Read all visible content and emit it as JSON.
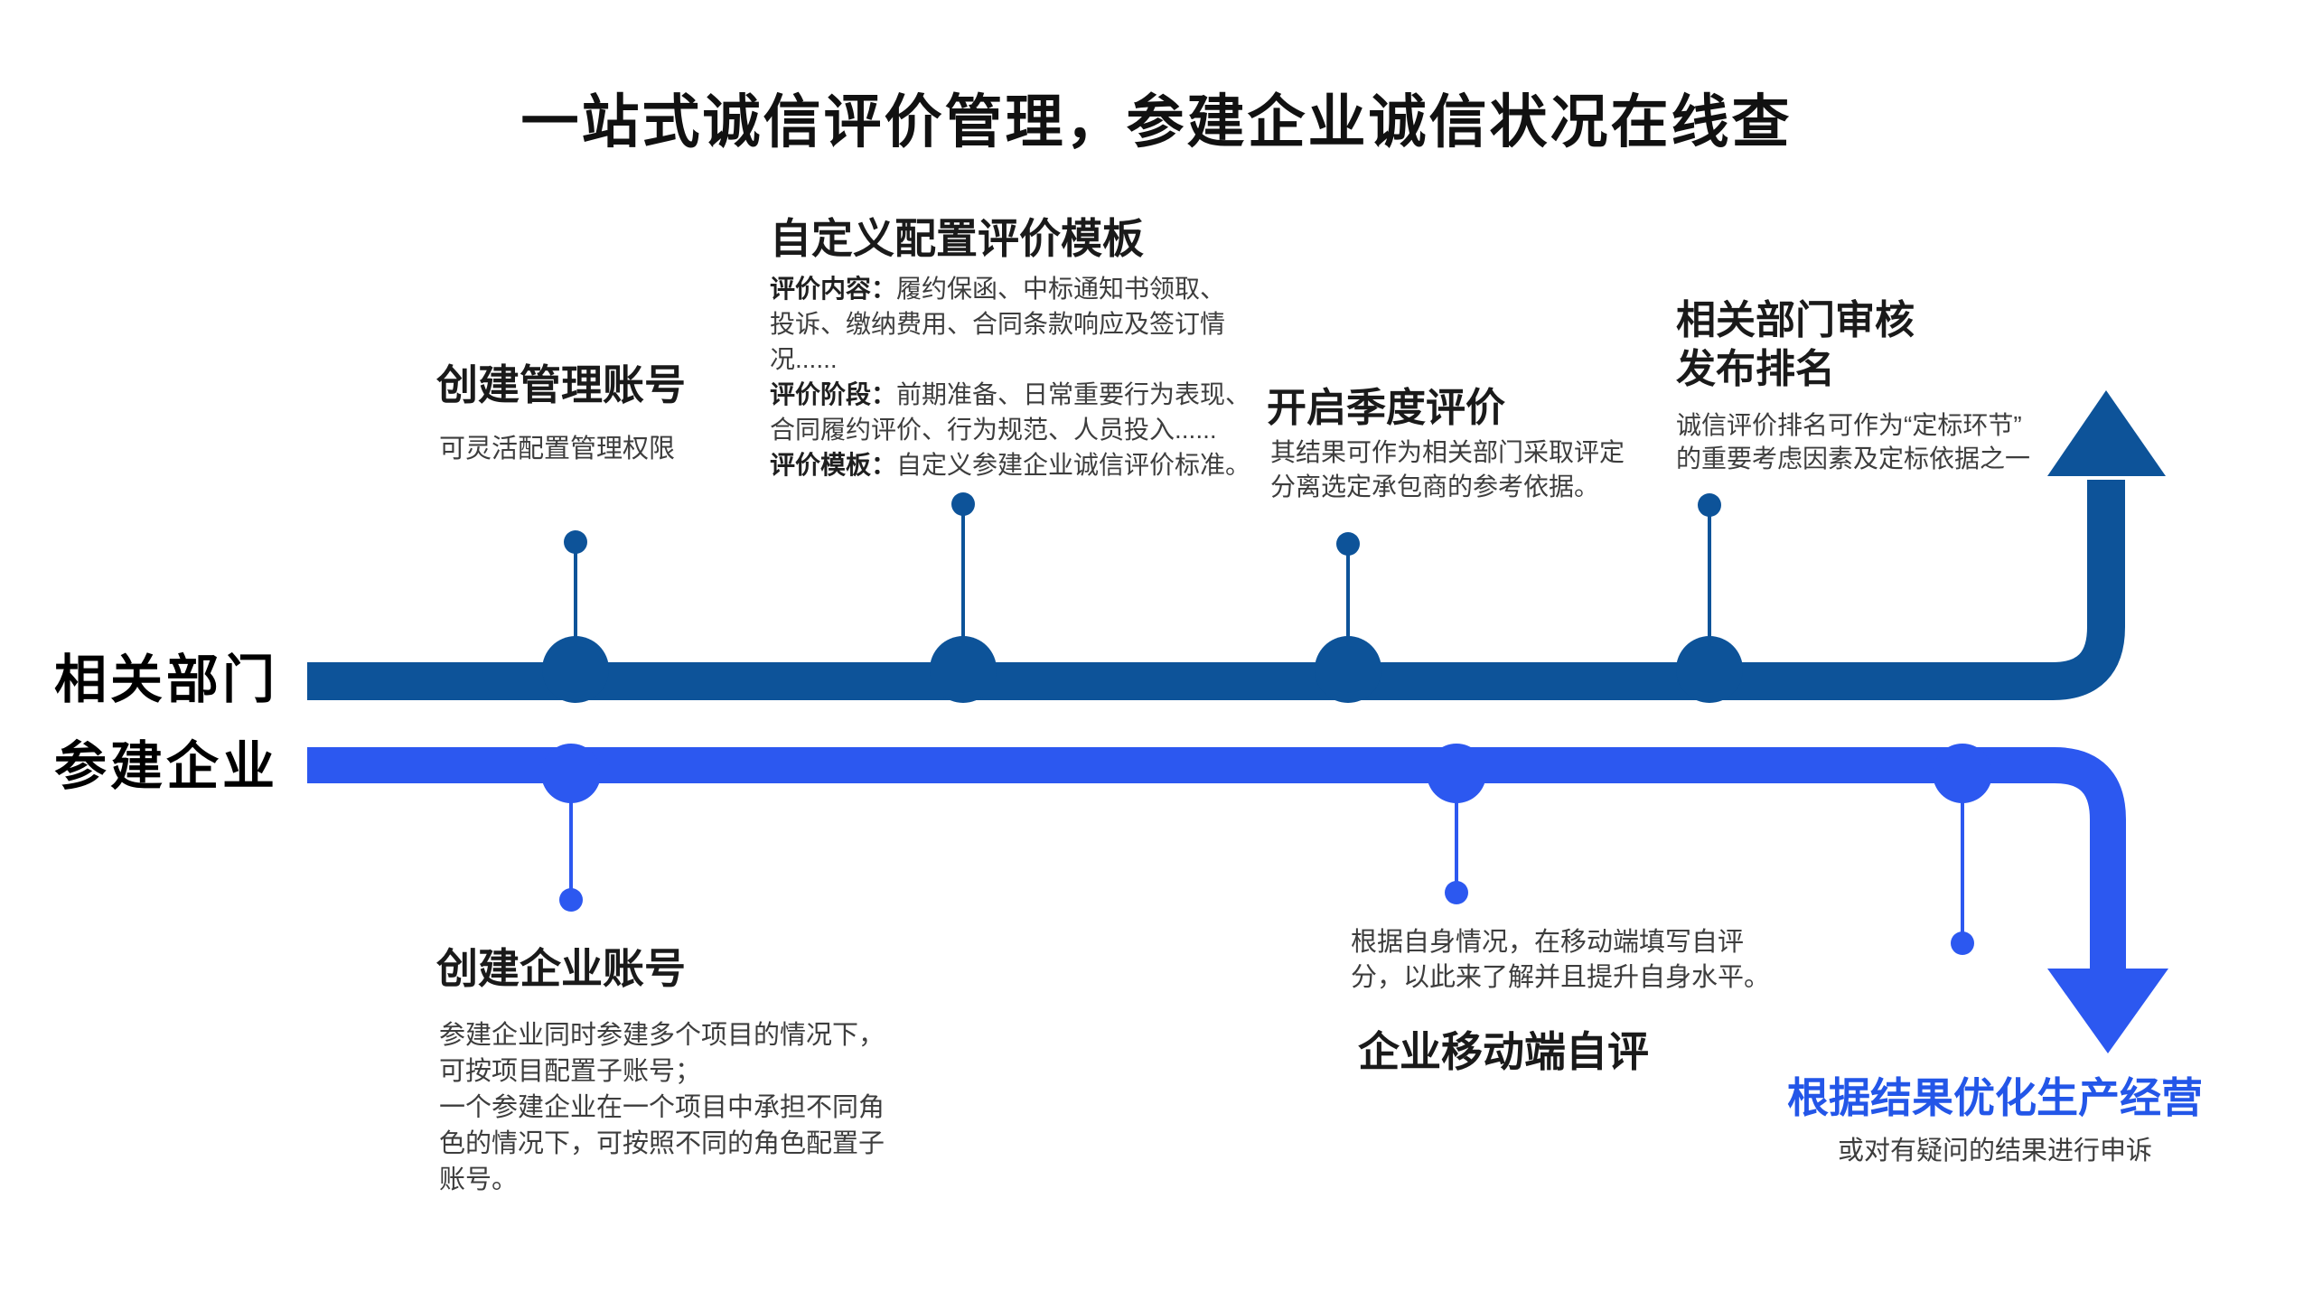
{
  "title": "一站式诚信评价管理，参建企业诚信状况在线查",
  "colors": {
    "top_line": "#0D5399",
    "bottom_line": "#2C58F0",
    "accent_text": "#2356E8"
  },
  "lanes": {
    "top_label": "相关部门",
    "bottom_label": "参建企业"
  },
  "top_steps": [
    {
      "heading": "创建管理账号",
      "body": "可灵活配置管理权限"
    },
    {
      "heading": "自定义配置评价模板",
      "items": [
        {
          "label": "评价内容：",
          "text": "履约保函、中标通知书领取、\n投诉、缴纳费用、合同条款响应及签订情\n况......"
        },
        {
          "label": "评价阶段：",
          "text": "前期准备、日常重要行为表现、\n合同履约评价、行为规范、人员投入......"
        },
        {
          "label": "评价模板：",
          "text": "自定义参建企业诚信评价标准。"
        }
      ]
    },
    {
      "heading": "开启季度评价",
      "body": "其结果可作为相关部门采取评定\n分离选定承包商的参考依据。"
    },
    {
      "heading": "相关部门审核\n发布排名",
      "body": "诚信评价排名可作为“定标环节”\n的重要考虑因素及定标依据之一"
    }
  ],
  "bottom_steps": [
    {
      "heading": "创建企业账号",
      "body": "参建企业同时参建多个项目的情况下，\n可按项目配置子账号；\n一个参建企业在一个项目中承担不同角\n色的情况下，可按照不同的角色配置子\n账号。"
    },
    {
      "heading": "企业移动端自评",
      "body": "根据自身情况，在移动端填写自评\n分，以此来了解并且提升自身水平。"
    },
    {
      "heading": "根据结果优化生产经营",
      "body": "或对有疑问的结果进行申诉"
    }
  ]
}
